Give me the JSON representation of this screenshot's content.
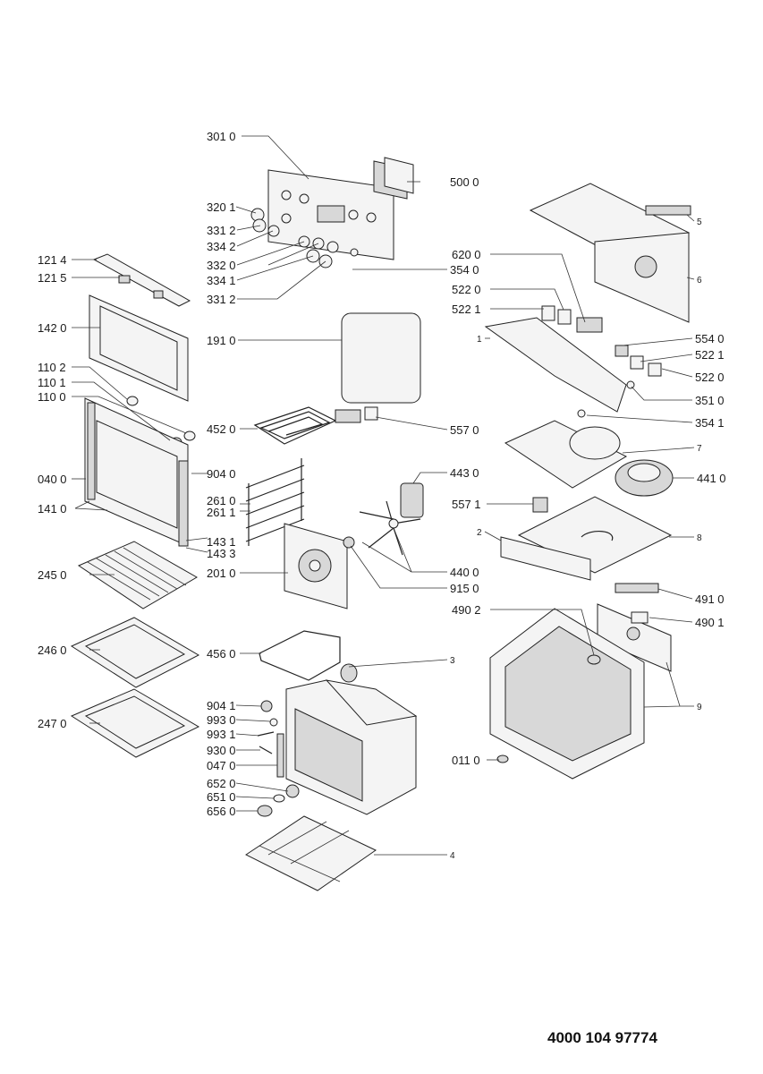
{
  "document_number": "4000 104 97774",
  "part_labels": [
    "301 0",
    "500 0",
    "320 1",
    "331 2",
    "334 2",
    "332 0",
    "354 0",
    "334 1",
    "331 2",
    "121 4",
    "121 5",
    "142 0",
    "191 0",
    "110 2",
    "110 1",
    "110 0",
    "452 0",
    "557 0",
    "904 0",
    "040 0",
    "443 0",
    "141 0",
    "261 0",
    "261 1",
    "143 1",
    "143 3",
    "245 0",
    "201 0",
    "440 0",
    "915 0",
    "246 0",
    "456 0",
    "3",
    "247 0",
    "904 1",
    "993 0",
    "993 1",
    "930 0",
    "047 0",
    "652 0",
    "651 0",
    "656 0",
    "4",
    "5",
    "6",
    "620 0",
    "522 0",
    "522 1",
    "1",
    "554 0",
    "522 1",
    "522 0",
    "351 0",
    "354 1",
    "7",
    "441 0",
    "557 1",
    "2",
    "8",
    "491 0",
    "490 2",
    "490 1",
    "9",
    "011 0"
  ]
}
